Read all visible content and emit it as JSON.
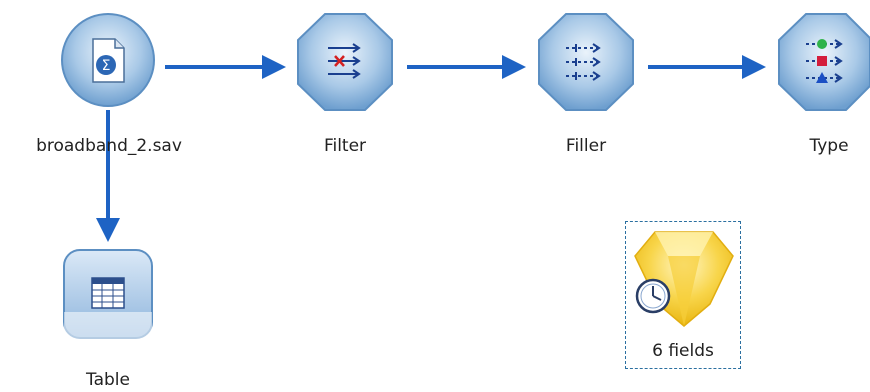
{
  "nodes": {
    "source": {
      "label": "broadband_2.sav",
      "icon": "spss-file-icon"
    },
    "filter": {
      "label": "Filter",
      "icon": "filter-icon"
    },
    "filler": {
      "label": "Filler",
      "icon": "filler-icon"
    },
    "type": {
      "label": "Type",
      "icon": "type-icon"
    },
    "table": {
      "label": "Table",
      "icon": "table-icon"
    },
    "timeseries": {
      "label": "6 fields",
      "icon": "time-series-model-nugget-icon"
    }
  },
  "colors": {
    "connector": "#1e63c4",
    "node_fill": "#8fb8dd",
    "node_edge": "#4f86bd",
    "nugget": "#f2c21b"
  }
}
